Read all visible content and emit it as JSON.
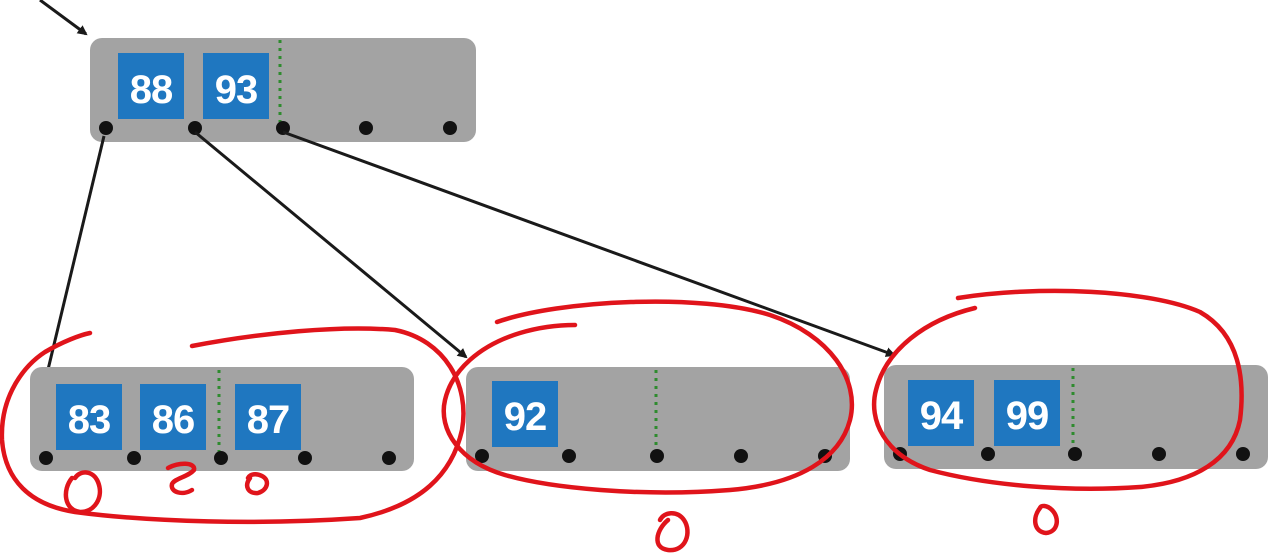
{
  "root_node": {
    "keys": [
      "88",
      "93"
    ]
  },
  "leaf_nodes": [
    {
      "keys": [
        "83",
        "86",
        "87"
      ]
    },
    {
      "keys": [
        "92"
      ]
    },
    {
      "keys": [
        "94",
        "99"
      ]
    }
  ],
  "annotations": {
    "ink_color": "#e0141b"
  },
  "colors": {
    "node": "#a3a3a3",
    "key": "#1f77c0",
    "separator": "#2e8b2e"
  }
}
